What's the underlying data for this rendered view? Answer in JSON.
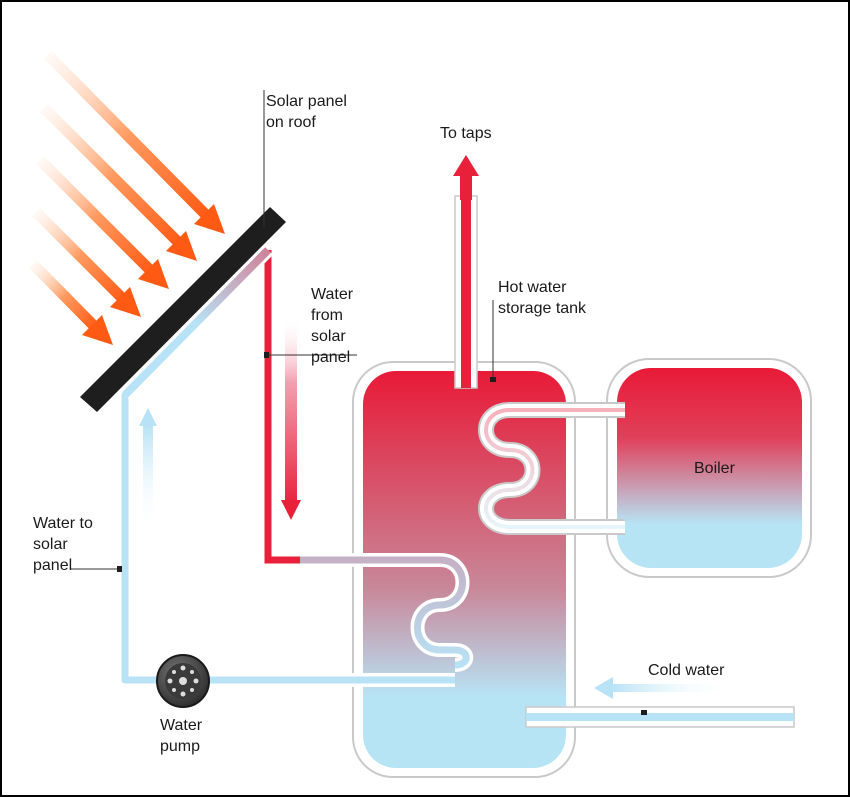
{
  "labels": {
    "solar_panel": [
      "Solar panel",
      "on roof"
    ],
    "to_taps": [
      "To taps"
    ],
    "water_from_panel": [
      "Water",
      "from",
      "solar",
      "panel"
    ],
    "hot_water_tank": [
      "Hot water",
      "storage tank"
    ],
    "boiler": [
      "Boiler"
    ],
    "water_to_panel": [
      "Water to",
      "solar",
      "panel"
    ],
    "water_pump": [
      "Water",
      "pump"
    ],
    "cold_water": [
      "Cold water"
    ]
  },
  "colors": {
    "hot": "#e8203a",
    "cold": "#b8e2f5",
    "sun_ray": "#ff6a22",
    "panel": "#1e1e1e",
    "outline": "#c9c9c9"
  }
}
